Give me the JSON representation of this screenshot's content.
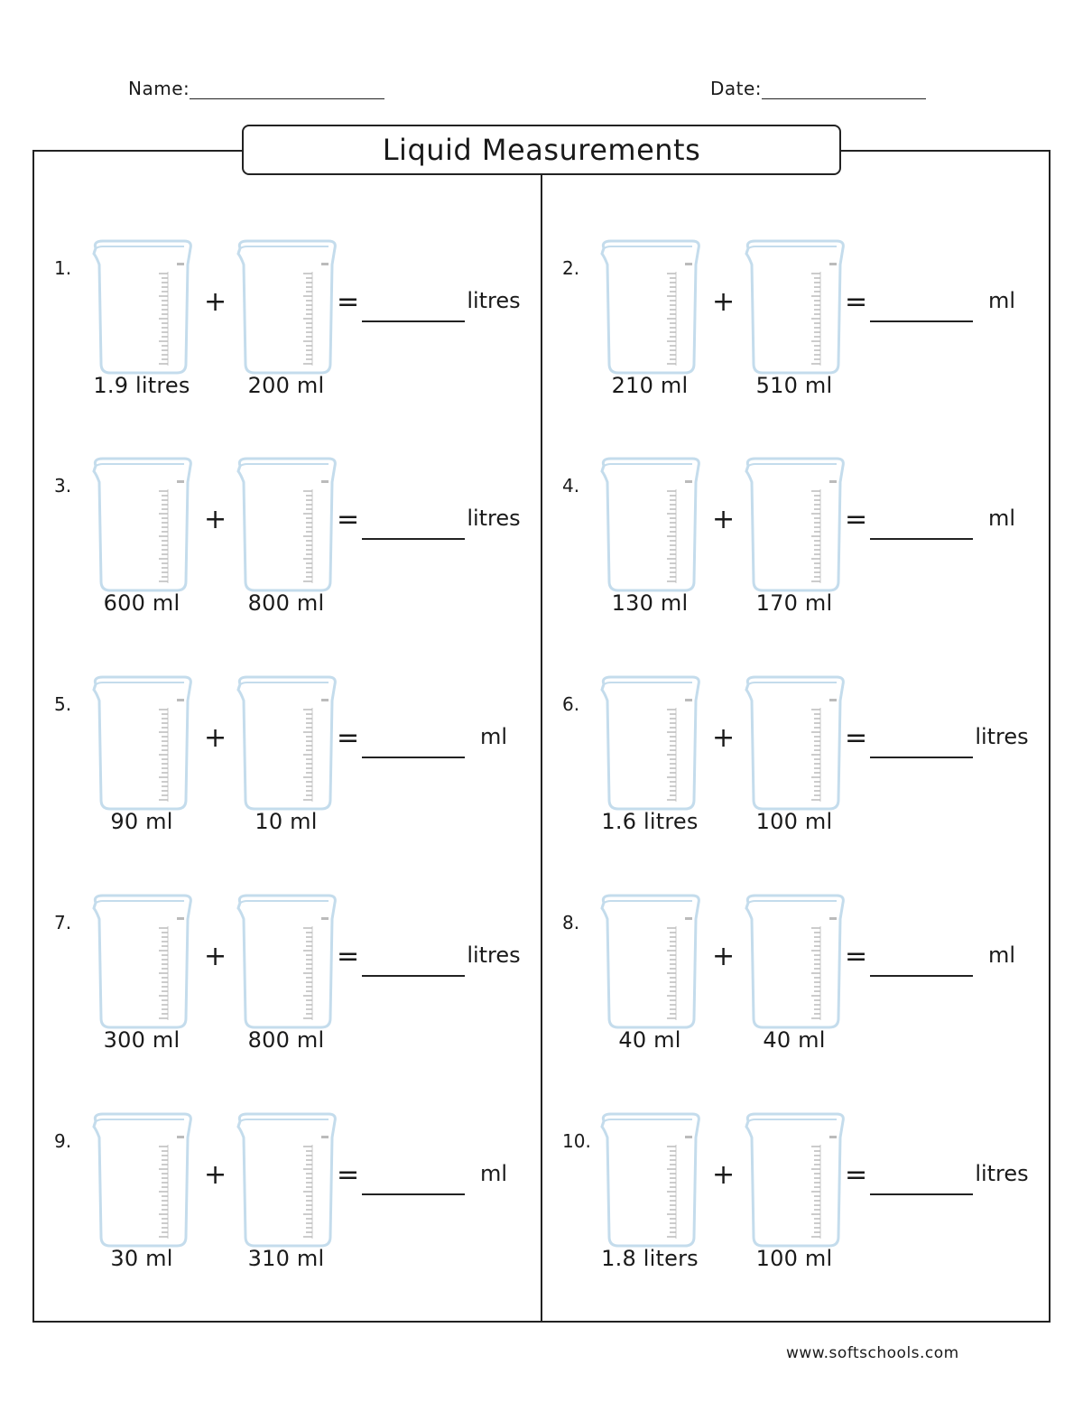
{
  "header": {
    "name_label": "Name:",
    "date_label": "Date:"
  },
  "title": "Liquid Measurements",
  "operators": {
    "plus": "+",
    "equals": "="
  },
  "problems": [
    {
      "number": "1.",
      "first": "1.9 litres",
      "second": "200 ml",
      "unit": "litres"
    },
    {
      "number": "2.",
      "first": "210 ml",
      "second": "510 ml",
      "unit": "ml"
    },
    {
      "number": "3.",
      "first": "600 ml",
      "second": "800 ml",
      "unit": "litres"
    },
    {
      "number": "4.",
      "first": "130 ml",
      "second": "170 ml",
      "unit": "ml"
    },
    {
      "number": "5.",
      "first": "90 ml",
      "second": "10 ml",
      "unit": "ml"
    },
    {
      "number": "6.",
      "first": "1.6 litres",
      "second": "100 ml",
      "unit": "litres"
    },
    {
      "number": "7.",
      "first": "300 ml",
      "second": "800 ml",
      "unit": "litres"
    },
    {
      "number": "8.",
      "first": "40 ml",
      "second": "40 ml",
      "unit": "ml"
    },
    {
      "number": "9.",
      "first": "30 ml",
      "second": "310 ml",
      "unit": "ml"
    },
    {
      "number": "10.",
      "first": "1.8 liters",
      "second": "100 ml",
      "unit": "litres"
    }
  ],
  "colors": {
    "beaker_outline": "#c4dcec",
    "ink": "#1a1a1a"
  },
  "icons": {
    "beaker": "beaker-icon"
  },
  "footer": "www.softschools.com"
}
